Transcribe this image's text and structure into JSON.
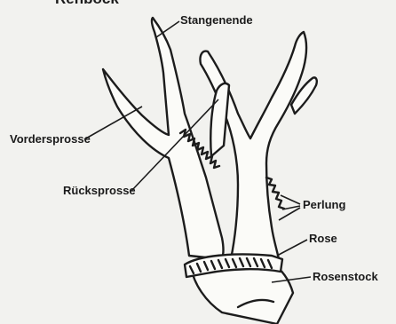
{
  "diagram": {
    "title": "Rehbock",
    "labels": {
      "stangenende": "Stangenende",
      "vordersprosse": "Vordersprosse",
      "rueckssprosse": "Rücksprosse",
      "perlung": "Perlung",
      "rose": "Rose",
      "rosenstock": "Rosenstock"
    }
  },
  "colors": {
    "ink": "#1c1c1c",
    "background": "#f2f2ef",
    "antler_fill": "#fbfbf8"
  }
}
